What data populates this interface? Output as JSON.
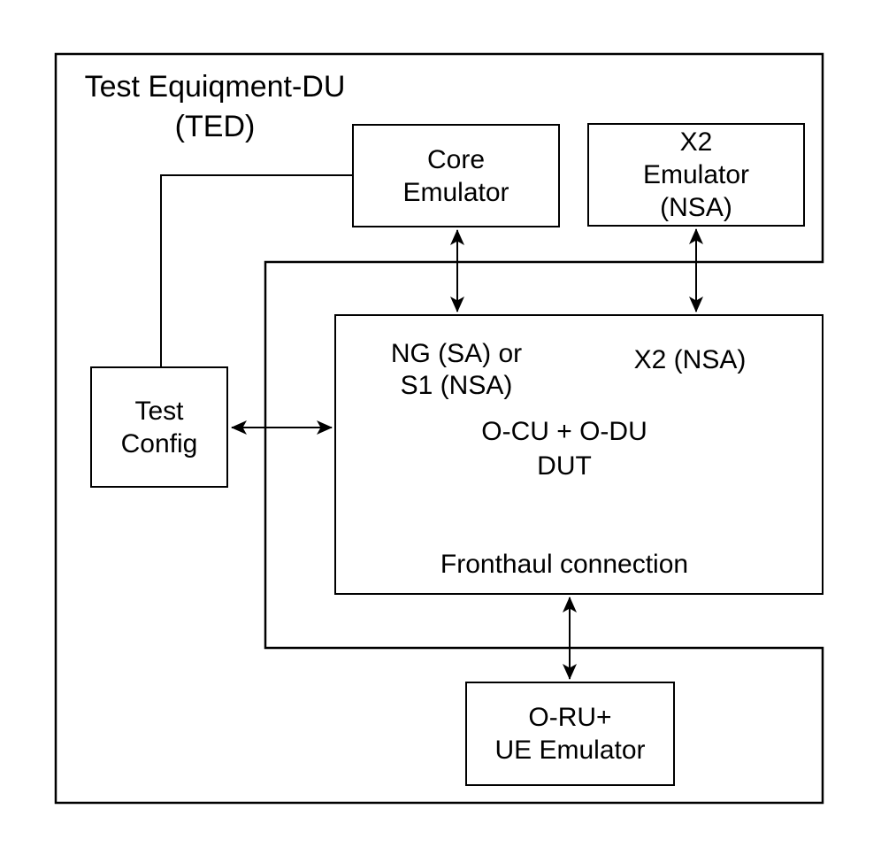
{
  "diagram": {
    "colors": {
      "stroke": "#000000",
      "background": "#ffffff"
    },
    "ted": {
      "title_line1": "Test Equiqment-DU",
      "title_line2": "(TED)"
    },
    "core_emulator": {
      "line1": "Core",
      "line2": "Emulator"
    },
    "x2_emulator": {
      "line1": "X2",
      "line2": "Emulator",
      "line3": "(NSA)"
    },
    "test_config": {
      "line1": "Test",
      "line2": "Config"
    },
    "dut": {
      "ng_label_line1": "NG (SA) or",
      "ng_label_line2": "S1 (NSA)",
      "x2_label": "X2 (NSA)",
      "name_line1": "O-CU + O-DU",
      "name_line2": "DUT",
      "fronthaul_label": "Fronthaul connection"
    },
    "oru_ue_emulator": {
      "line1": "O-RU+",
      "line2": "UE Emulator"
    }
  }
}
